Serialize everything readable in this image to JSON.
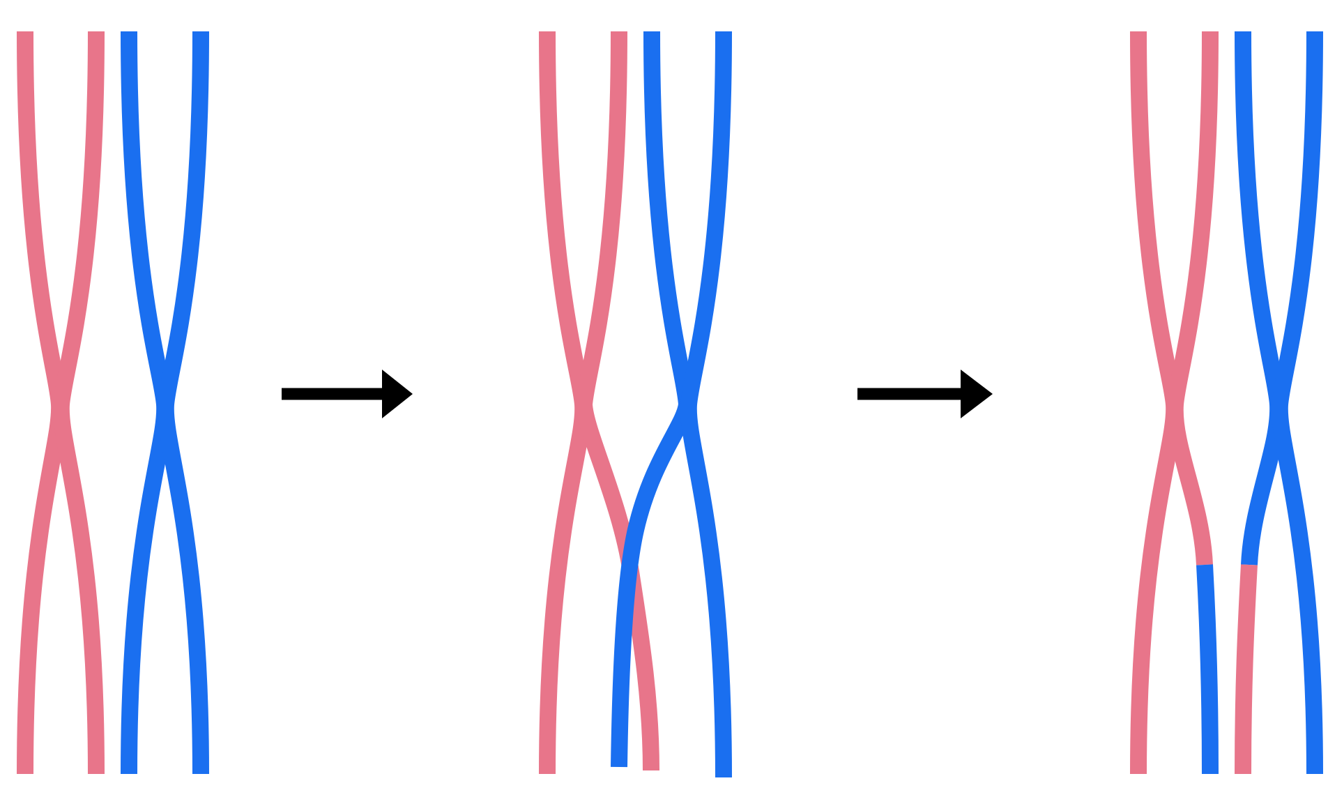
{
  "diagram": {
    "description_free": true,
    "colors": {
      "maternal": "#e8758a",
      "paternal": "#1a6ff0",
      "arrow": "#000000",
      "background": "#ffffff"
    },
    "stages": [
      {
        "id": "stage-1",
        "crossover": false
      },
      {
        "id": "stage-2",
        "crossover": true
      },
      {
        "id": "stage-3",
        "crossover": "exchanged"
      }
    ],
    "arrows": [
      {
        "id": "arrow-1",
        "icon": "right-arrow-icon"
      },
      {
        "id": "arrow-2",
        "icon": "right-arrow-icon"
      }
    ]
  }
}
